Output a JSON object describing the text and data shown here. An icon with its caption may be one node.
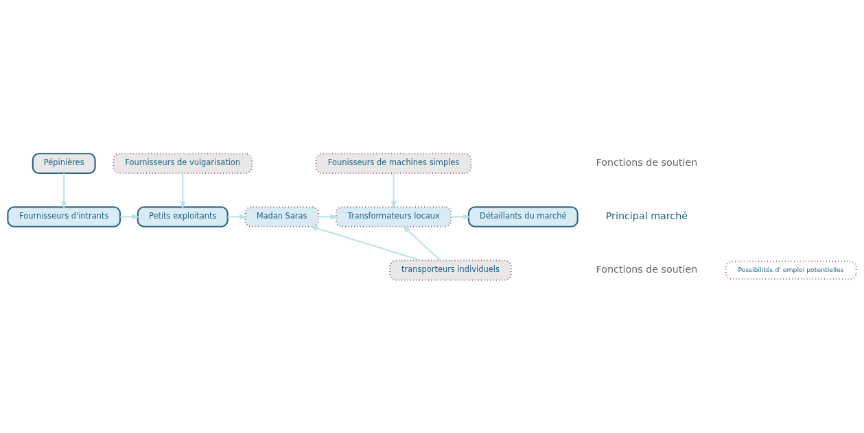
{
  "diagram": {
    "nodes": [
      {
        "text": [
          "Pépinières"
        ]
      },
      {
        "text": [
          "Fournisseurs de vulgarisation"
        ]
      },
      {
        "text": [
          "Founisseurs de machines simples"
        ]
      },
      {
        "text": [
          "Fournisseurs d'intrants"
        ]
      },
      {
        "text": [
          "Petits exploitants"
        ]
      },
      {
        "text": [
          "Madan Saras"
        ]
      },
      {
        "text": [
          "Transformateurs locaux"
        ]
      },
      {
        "text": [
          "Détaillants du marché"
        ]
      },
      {
        "text": [
          "transporteurs individuels"
        ]
      }
    ],
    "edges": [
      {
        "from": 0,
        "to": 3,
        "arrow": "to"
      },
      {
        "from": 1,
        "to": 4,
        "arrow": "to"
      },
      {
        "from": 2,
        "to": 6,
        "arrow": "to"
      },
      {
        "from": 3,
        "to": 4,
        "arrow": "to"
      },
      {
        "from": 4,
        "to": 5,
        "arrow": "to"
      },
      {
        "from": 5,
        "to": 6,
        "arrow": "to"
      },
      {
        "from": 6,
        "to": 7,
        "arrow": "to"
      },
      {
        "from": 8,
        "to": 5,
        "arrow": "to"
      },
      {
        "from": 8,
        "to": 6,
        "arrow": "to"
      }
    ],
    "labels": [
      "Fonctions de soutien",
      "Principal marché",
      "Fonctions de soutien"
    ],
    "legend": [
      {
        "text": "Possibilités d' emploi potentielles"
      }
    ]
  }
}
